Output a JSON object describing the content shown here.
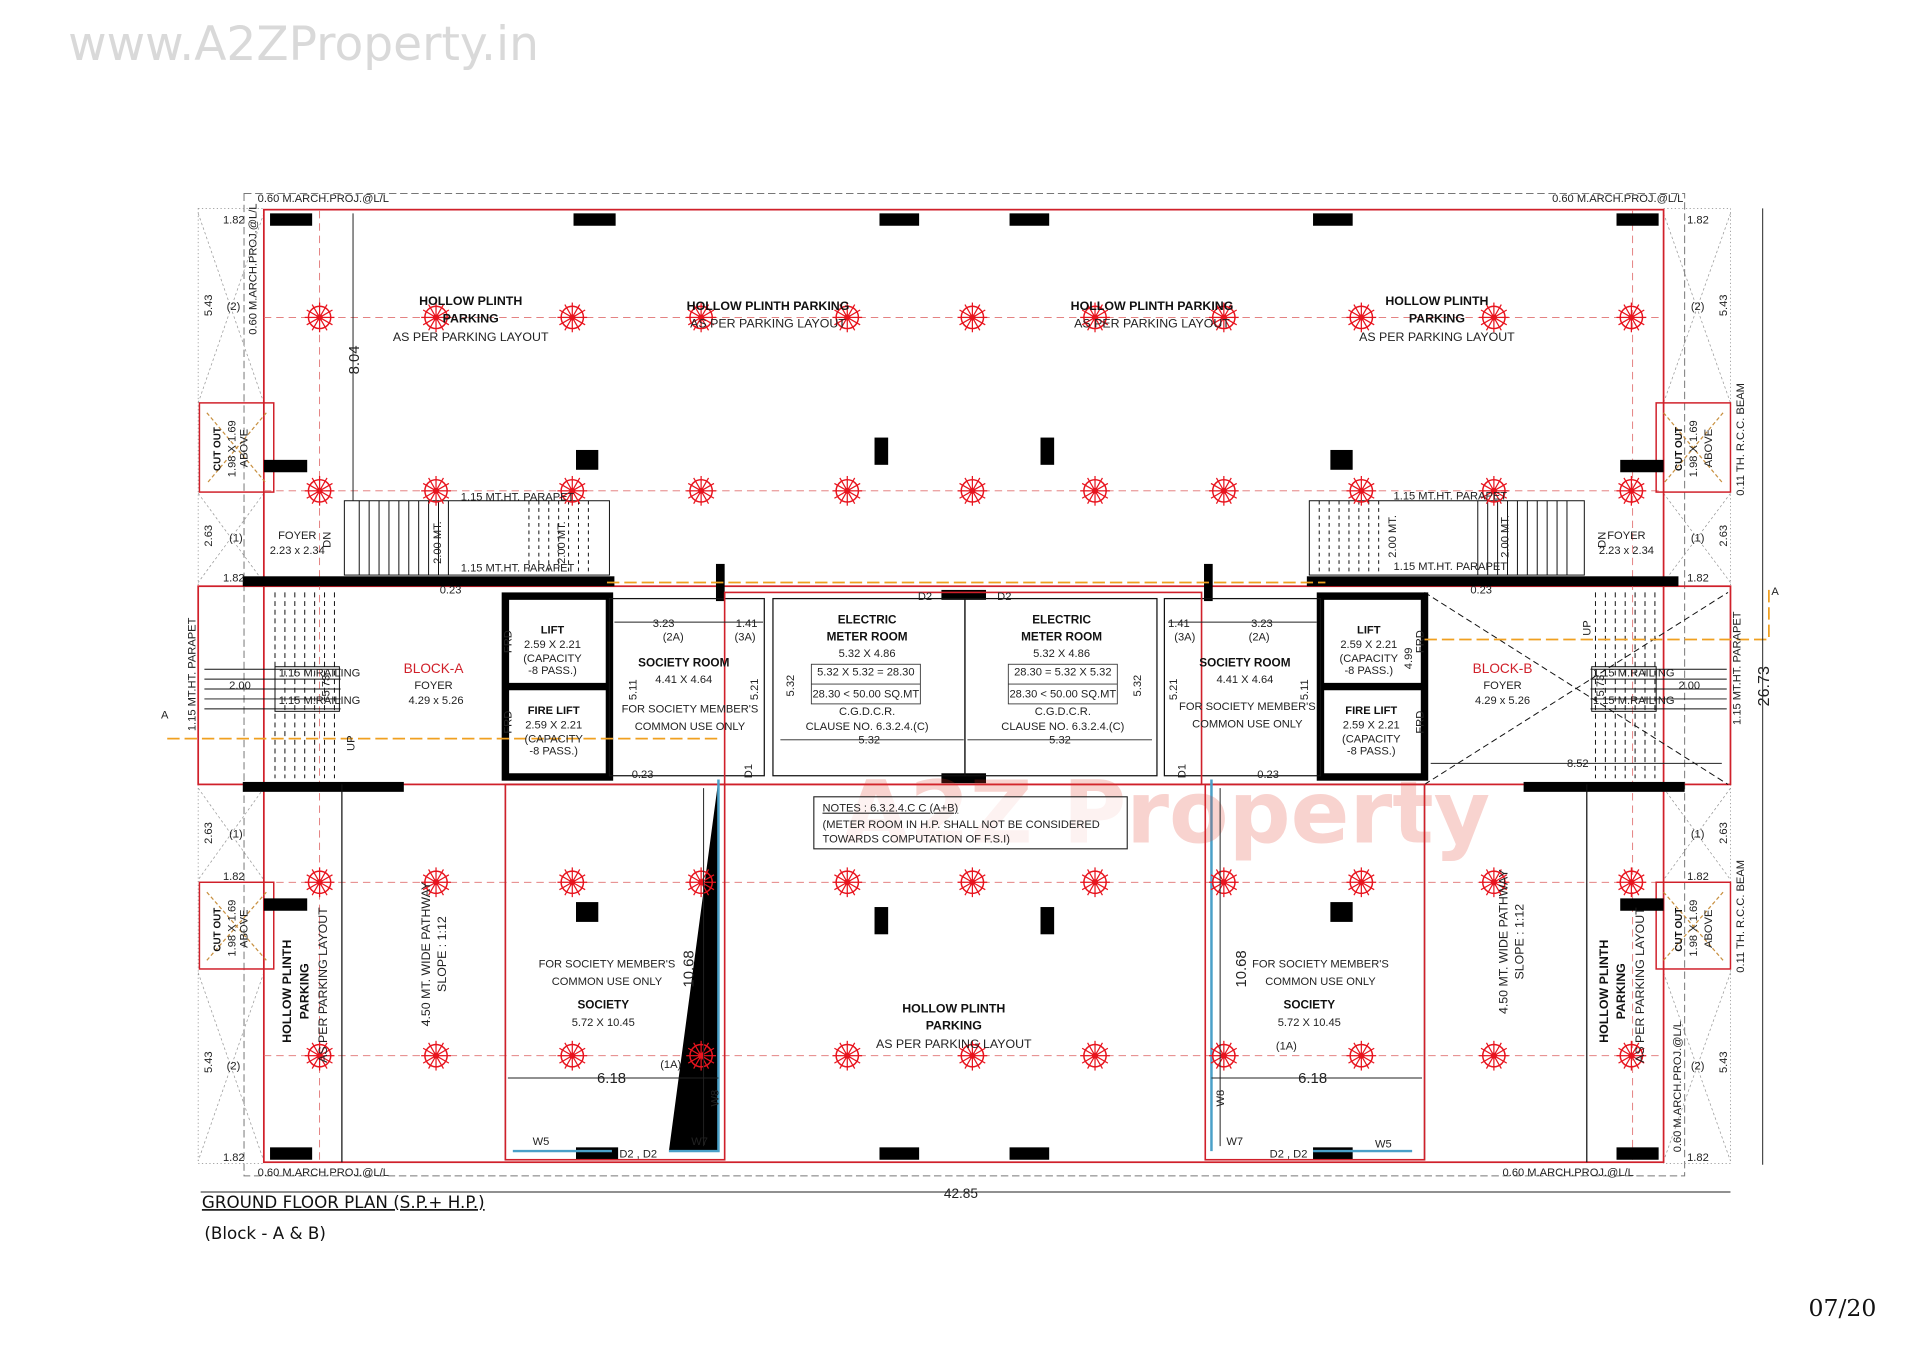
{
  "watermark": "www.A2ZProperty.in",
  "logo_watermark": "A2Z Property",
  "page_number": "07/20",
  "title": "GROUND FLOOR PLAN (S.P.+ H.P.)",
  "subtitle": "(Block - A & B)",
  "colors": {
    "wall_outline": "#d0202a",
    "column_marker": "#e8141e",
    "section_line": "#f0a020",
    "walls": "#000000",
    "window": "#4aa0c8"
  },
  "dimensions": {
    "overall_width": "42.85",
    "overall_depth": "26.73",
    "top_parking_depth": "8.04",
    "bottom_society_depth": "10.68",
    "society_width": "6.18",
    "society_room_depth": "5.11",
    "meter_room_side": "5.21",
    "meter_room_dim": "5.32",
    "society_room_width": "3.23",
    "passage_width": "1.41",
    "stair_width": "8.52",
    "side_182": "1.82",
    "side_543": "5.43",
    "side_263": "2.63",
    "wall_023": "0.23",
    "lift_dim": "4.99",
    "stair_flight": "2.00",
    "stair_well": "5.73"
  },
  "annotations": {
    "arch_proj": "0.60 M.ARCH.PROJ.@L/L",
    "parapet": "1.15 MT.HT. PARAPET",
    "railing": "1.15 M.RAILING",
    "stair_2m": "2.00 MT.",
    "rcc_beam": "0.11 TH. R.C.C. BEAM",
    "section_mark": "A",
    "up": "UP",
    "dn": "DN",
    "grid_1": "(1)",
    "grid_2": "(2)",
    "grid_1a": "(1A)",
    "grid_2a": "(2A)",
    "grid_3a": "(3A)",
    "door_d1": "D1",
    "door_d2": "D2",
    "door_d2_pair": "D2 , D2",
    "window_w5": "W5",
    "window_w7": "W7",
    "window_w8": "W8",
    "frd": "FRD"
  },
  "parking": {
    "hollow_plinth": "HOLLOW PLINTH",
    "parking": "PARKING",
    "hollow_plinth_parking": "HOLLOW PLINTH PARKING",
    "as_per_layout": "AS PER PARKING LAYOUT",
    "pathway": "4.50 MT.  WIDE  PATHWAY",
    "slope": "SLOPE : 1:12"
  },
  "cutout": {
    "label": "CUT OUT",
    "size": "1.98 X 1.69",
    "above": "ABOVE"
  },
  "rooms": {
    "block_a": "BLOCK-A",
    "block_b": "BLOCK-B",
    "foyer": "FOYER",
    "foyer_main_size": "4.29 x 5.26",
    "foyer_small_size": "2.23 x 2.34",
    "lift": "LIFT",
    "fire_lift": "FIRE LIFT",
    "lift_size": "2.59 X 2.21",
    "capacity_1": "(CAPACITY",
    "capacity_2": "-8 PASS.)",
    "society_room": "SOCIETY ROOM",
    "society_room_size": "4.41 X 4.64",
    "common_use_1": "FOR SOCIETY MEMBER'S",
    "common_use_2": "COMMON USE ONLY",
    "society": "SOCIETY",
    "society_size": "5.72 X 10.45",
    "electric": "ELECTRIC",
    "meter_room": "METER ROOM",
    "meter_size": "5.32 X 4.86",
    "meter_calc_a": "5.32  X   5.32  = 28.30",
    "meter_calc_b": "28.30 =  5.32   X 5.32",
    "meter_limit": "28.30 < 50.00 SQ.MT",
    "cgdcr": "C.G.D.C.R.",
    "clause": "CLAUSE NO. 6.3.2.4.(C)"
  },
  "notes": {
    "heading": "NOTES : 6.3.2.4.C C (A+B)",
    "line1": "(METER ROOM IN H.P. SHALL NOT BE CONSIDERED",
    "line2": "TOWARDS COMPUTATION OF F.S.I)"
  }
}
